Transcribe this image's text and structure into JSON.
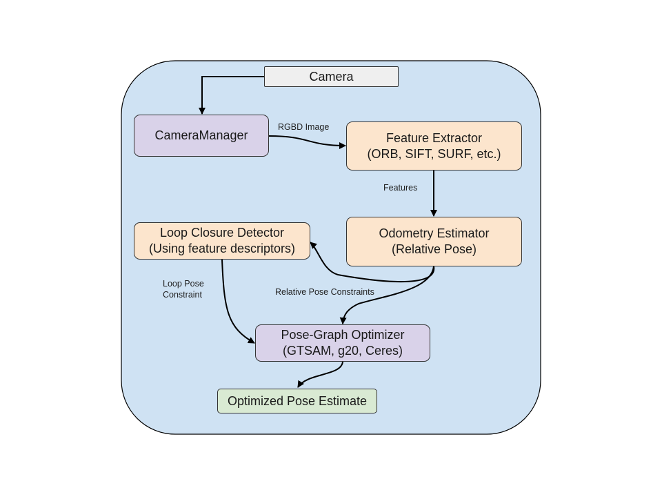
{
  "colors": {
    "container": "#cfe2f3",
    "camera": "#efefef",
    "purple": "#d9d2e9",
    "orange": "#fce5cd",
    "green": "#d9ead3"
  },
  "nodes": {
    "camera": [
      "Camera"
    ],
    "camera_manager": [
      "CameraManager"
    ],
    "feature_extractor": [
      "Feature Extractor",
      "(ORB, SIFT, SURF, etc.)"
    ],
    "odometry_estimator": [
      "Odometry Estimator",
      "(Relative Pose)"
    ],
    "loop_closure_detector": [
      "Loop Closure Detector",
      "(Using feature descriptors)"
    ],
    "pose_graph_optimizer": [
      "Pose-Graph Optimizer",
      "(GTSAM, g20, Ceres)"
    ],
    "optimized_pose": [
      "Optimized Pose Estimate"
    ]
  },
  "edges": {
    "rgbd_image": [
      "RGBD Image"
    ],
    "features": [
      "Features"
    ],
    "relative_pose_constraints": [
      "Relative Pose Constraints"
    ],
    "loop_pose_constraint": [
      "Loop Pose",
      "Constraint"
    ]
  }
}
